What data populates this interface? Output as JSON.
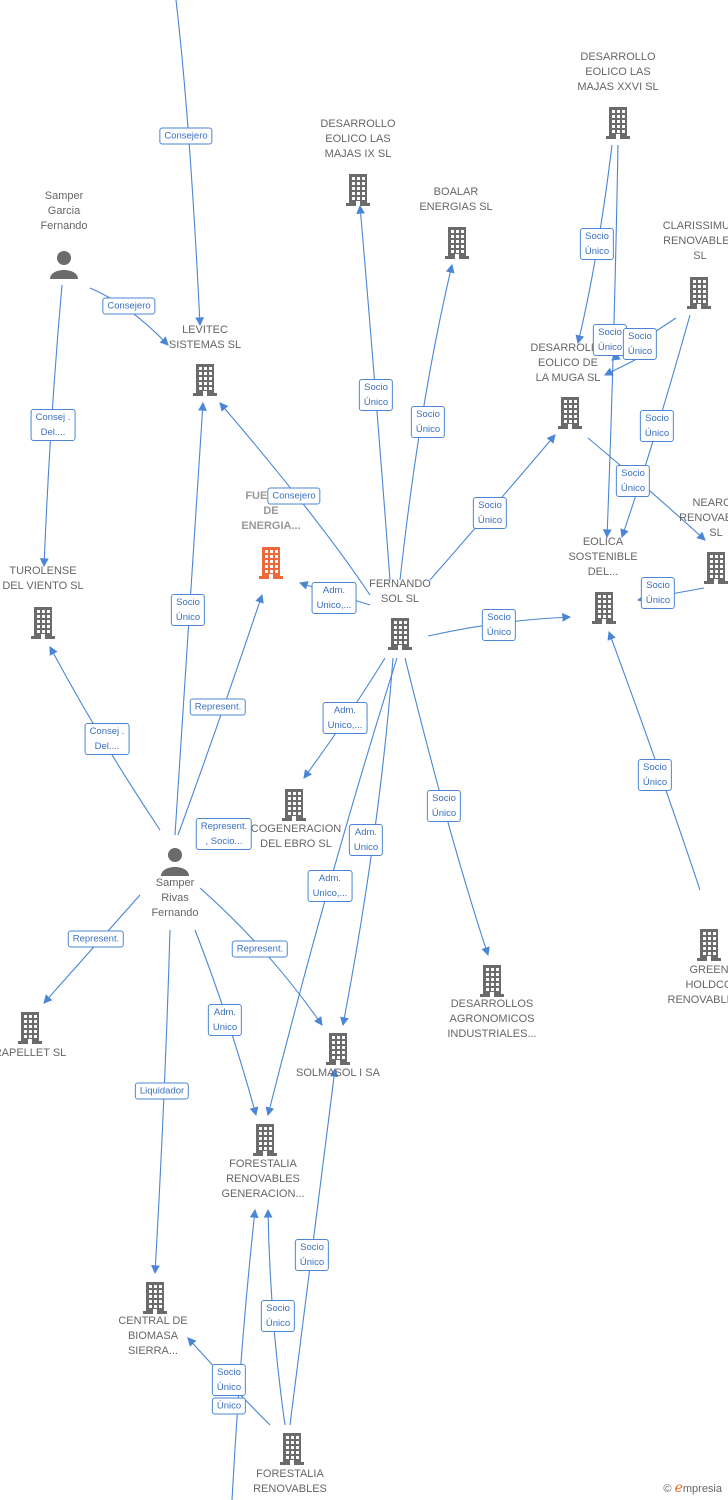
{
  "colors": {
    "edge": "#4a86d4",
    "icon": "#6b6b6b",
    "focus": "#f0673a"
  },
  "nodes": [
    {
      "id": "samper_garcia",
      "type": "person",
      "label": "Samper\nGarcia\nFernando"
    },
    {
      "id": "levitec",
      "type": "company",
      "label": "LEVITEC\nSISTEMAS  SL"
    },
    {
      "id": "de_majas_ix",
      "type": "company",
      "label": "DESARROLLO\nEOLICO LAS\nMAJAS IX  SL"
    },
    {
      "id": "boalar",
      "type": "company",
      "label": "BOALAR\nENERGIAS  SL"
    },
    {
      "id": "de_majas_xxvi",
      "type": "company",
      "label": "DESARROLLO\nEOLICO LAS\nMAJAS XXVI  SL"
    },
    {
      "id": "clarissimus",
      "type": "company",
      "label": "CLARISSIMUS\nRENOVABLES\nSL"
    },
    {
      "id": "de_muga",
      "type": "company",
      "label": "DESARROLLO\nEOLICO DE\nLA MUGA SL"
    },
    {
      "id": "fuentes",
      "type": "company",
      "focus": true,
      "label": "FUENTES\nDE\nENERGIA..."
    },
    {
      "id": "nearco",
      "type": "company",
      "label": "NEARCO\nRENOVABLES\nSL"
    },
    {
      "id": "turolense",
      "type": "company",
      "label": "TUROLENSE\nDEL VIENTO SL"
    },
    {
      "id": "fernando_sol",
      "type": "company",
      "label": "FERNANDO\nSOL SL"
    },
    {
      "id": "eolica_sostenible",
      "type": "company",
      "label": "EOLICA\nSOSTENIBLE\nDEL..."
    },
    {
      "id": "cogeneracion",
      "type": "company",
      "label": "COGENERACION\nDEL EBRO  SL"
    },
    {
      "id": "samper_rivas",
      "type": "person",
      "label": "Samper\nRivas\nFernando"
    },
    {
      "id": "green_holdco",
      "type": "company",
      "label": "GREEN\nHOLDCO\nRENOVABLES..."
    },
    {
      "id": "desarrollos_agro",
      "type": "company",
      "label": "DESARROLLOS\nAGRONOMICOS\nINDUSTRIALES..."
    },
    {
      "id": "rapellet",
      "type": "company",
      "label": "RAPELLET  SL"
    },
    {
      "id": "solmasol",
      "type": "company",
      "label": "SOLMASOL I SA"
    },
    {
      "id": "forestalia_gen",
      "type": "company",
      "label": "FORESTALIA\nRENOVABLES\nGENERACION..."
    },
    {
      "id": "central_biomasa",
      "type": "company",
      "label": "CENTRAL DE\nBIOMASA\nSIERRA..."
    },
    {
      "id": "forestalia_ren",
      "type": "company",
      "label": "FORESTALIA\nRENOVABLES"
    }
  ],
  "badges": [
    "Consejero",
    "Consejero",
    "Consej .\nDel....",
    "Socio\nÚnico",
    "Socio\nÚnico",
    "Socio\nÚnico",
    "Socio\nÚnico",
    "Socio\nÚnico",
    "Socio\nÚnico",
    "Socio\nÚnico",
    "Socio\nÚnico",
    "Socio\nÚnico",
    "Adm.\nUnico,...",
    "Consejero",
    "Socio\nÚnico",
    "Socio\nÚnico",
    "Represent.",
    "Consej .\nDel....",
    "Adm.\nUnico,...",
    "Socio\nÚnico",
    "Socio\nÚnico",
    "Represent.\n, Socio...",
    "Adm.\nUnico",
    "Adm.\nUnico,...",
    "Represent.",
    "Represent.",
    "Adm.\nUnico",
    "Liquidador",
    "Socio\nÚnico",
    "Socio\nÚnico",
    "Socio\nÚnico",
    "Único"
  ],
  "brand": {
    "copyright": "©",
    "name_initial": "e",
    "name_rest": "mpresia"
  }
}
